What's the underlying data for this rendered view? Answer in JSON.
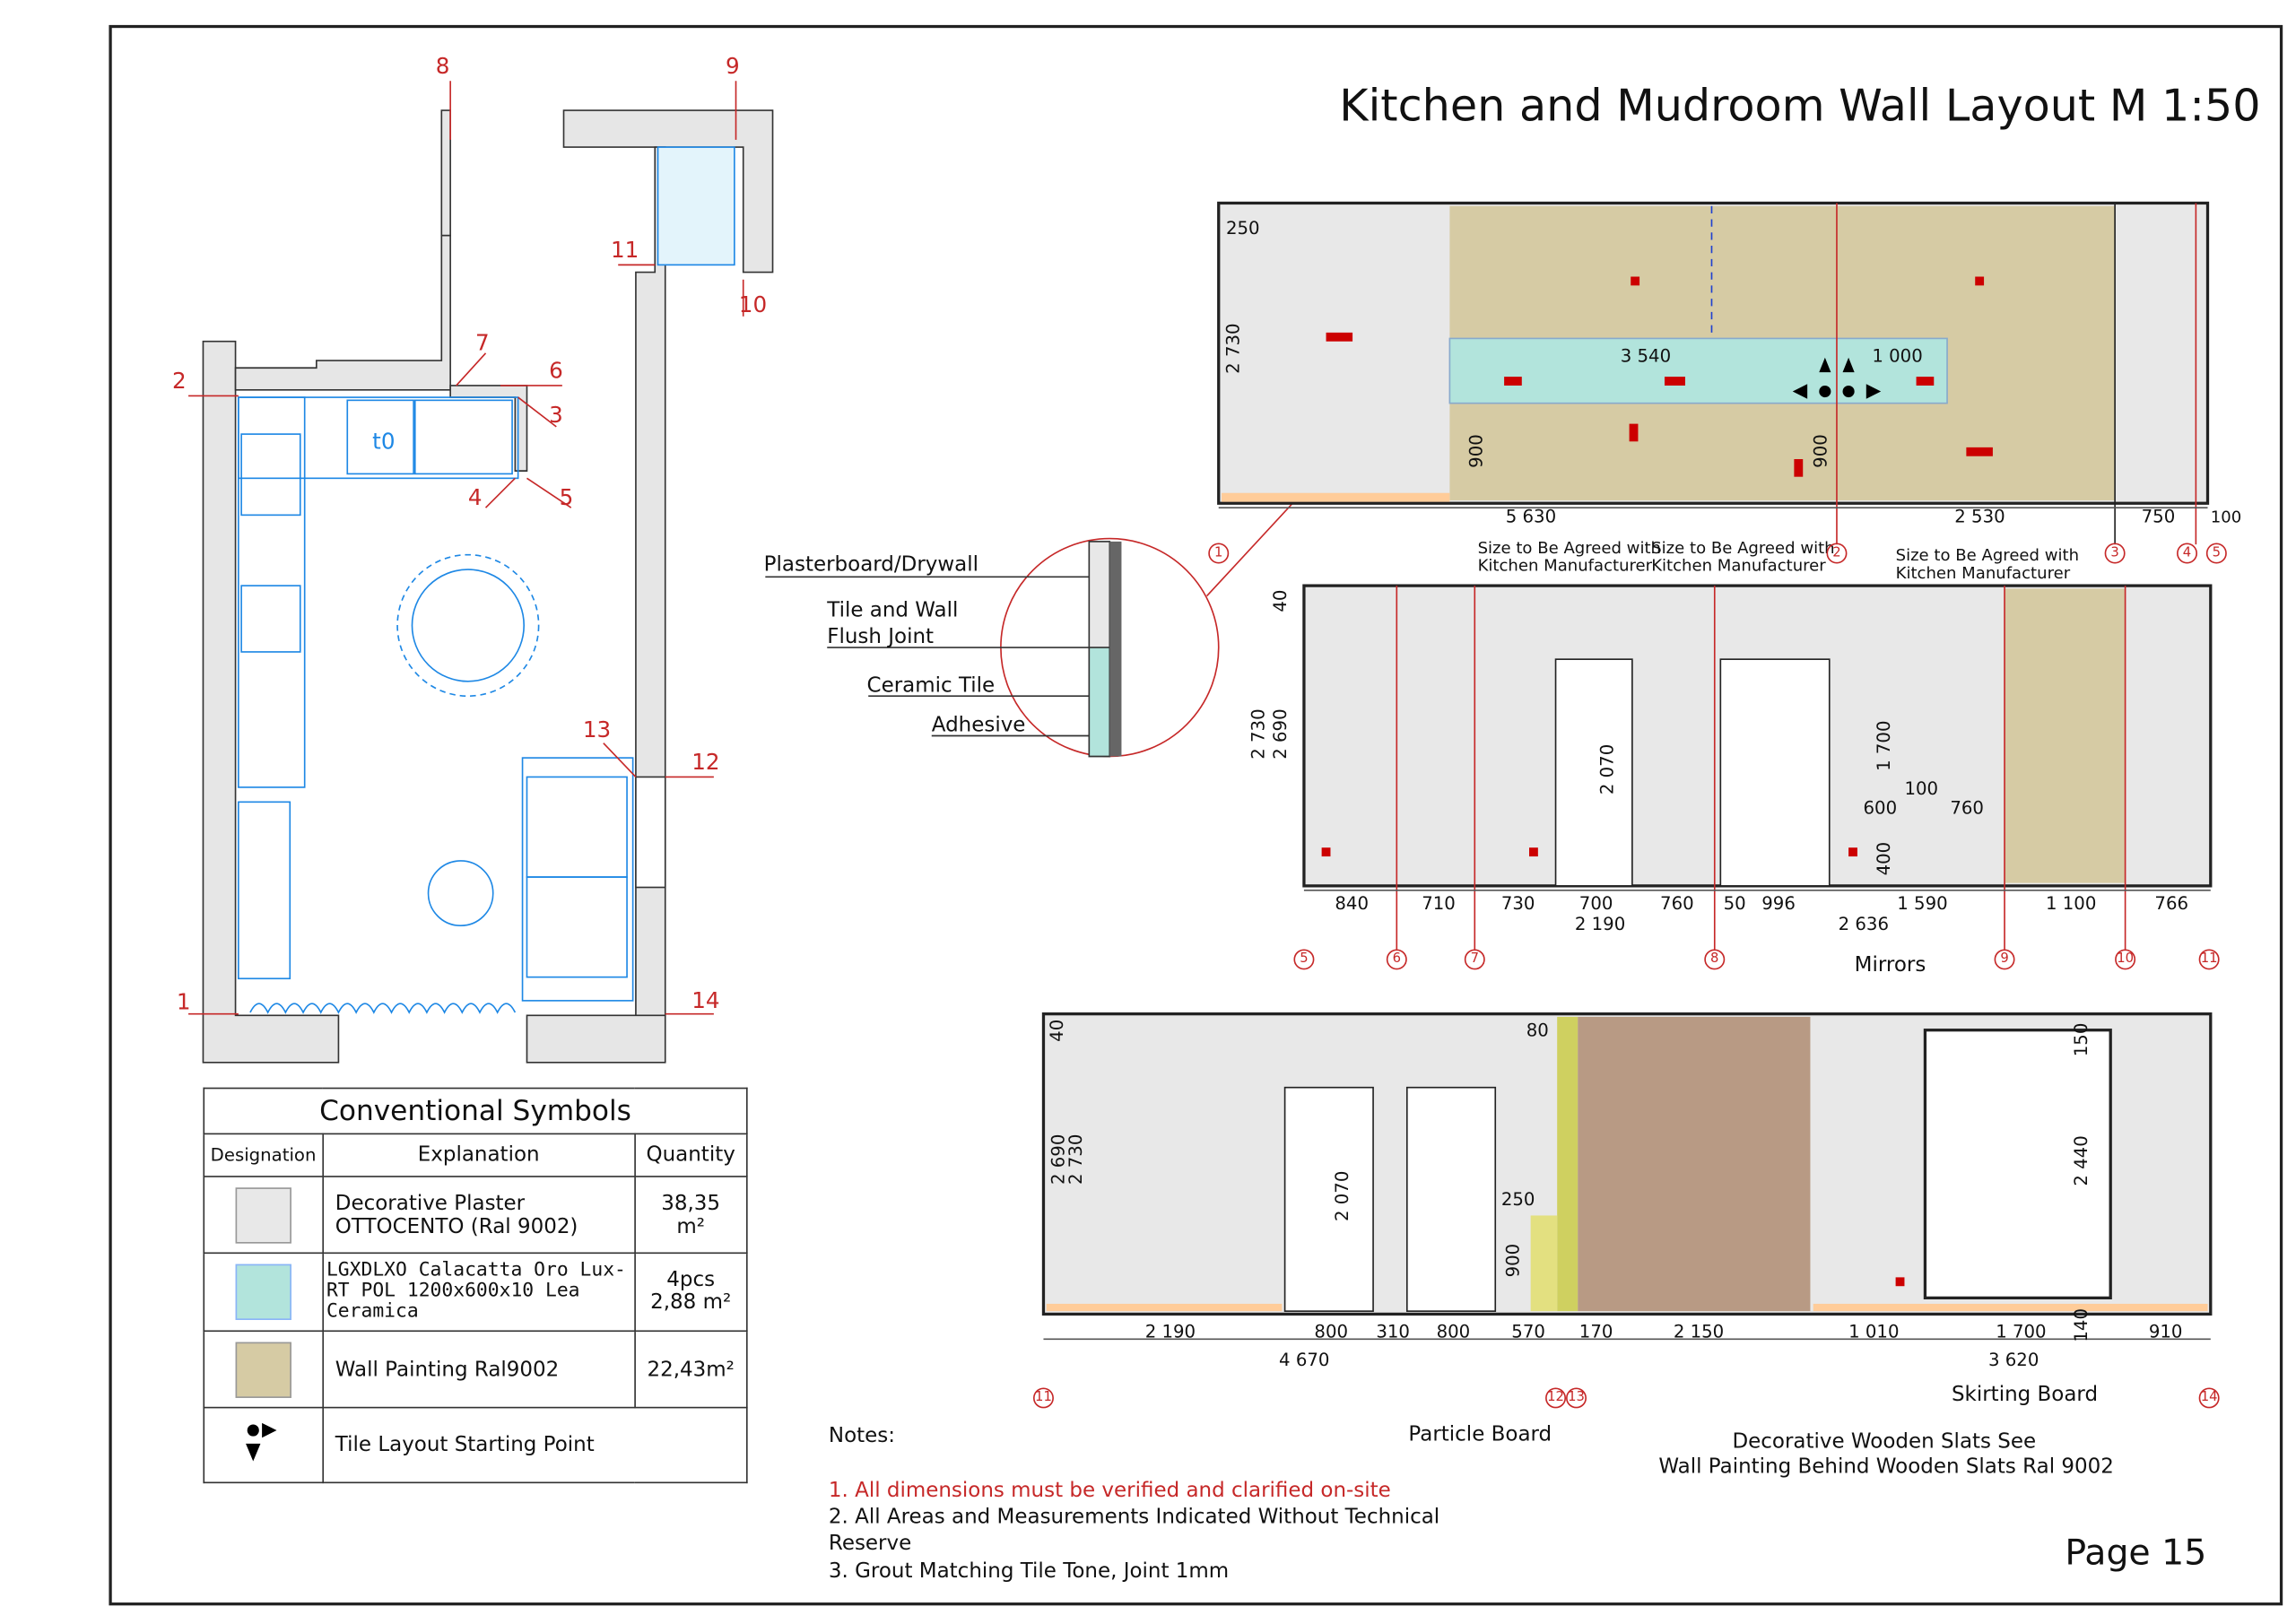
{
  "title": "Kitchen and Mudroom Wall Layout M 1:50",
  "page": "Page 15",
  "plan": {
    "marks": [
      "1",
      "2",
      "3",
      "4",
      "5",
      "6",
      "7",
      "8",
      "9",
      "10",
      "11",
      "12",
      "13",
      "14"
    ],
    "oven_label": "t0"
  },
  "callout": {
    "plasterboard": "Plasterboard/Drywall",
    "tile_joint_1": "Tile and Wall",
    "tile_joint_2": "Flush Joint",
    "ceramic": "Ceramic Tile",
    "adhesive": "Adhesive"
  },
  "elev1": {
    "d250": "250",
    "h2730": "2 730",
    "d3540": "3 540",
    "d1000": "1 000",
    "h900a": "900",
    "h900b": "900",
    "d5630": "5 630",
    "d2530": "2 530",
    "d750": "750",
    "d100": "100",
    "note": "Size to Be Agreed with",
    "note2": "Kitchen Manufacturer",
    "axes": [
      "1",
      "2",
      "3",
      "4",
      "5"
    ]
  },
  "elev2": {
    "d40": "40",
    "h2730": "2 730",
    "h2690": "2 690",
    "h2070": "2 070",
    "h1700": "1 700",
    "d100": "100",
    "d600": "600",
    "d760b": "760",
    "h400": "400",
    "bottom": [
      "840",
      "710",
      "730",
      "700",
      "760",
      "50",
      "996",
      "1 590",
      "1 100",
      "766"
    ],
    "d2190": "2 190",
    "d2636": "2 636",
    "axes": [
      "5",
      "6",
      "7",
      "8",
      "9",
      "10",
      "11"
    ],
    "mirrors": "Mirrors"
  },
  "elev3": {
    "d40": "40",
    "h2690": "2 690",
    "h2730": "2 730",
    "d80": "80",
    "h2070": "2 070",
    "d250": "250",
    "h900": "900",
    "h150": "150",
    "h2440": "2 440",
    "h140": "140",
    "bottom": [
      "2 190",
      "800",
      "310",
      "800",
      "570",
      "170",
      "2 150",
      "1 010",
      "1 700",
      "910"
    ],
    "d4670": "4 670",
    "d3620": "3 620",
    "axes": [
      "11",
      "12",
      "13",
      "14"
    ],
    "skirting": "Skirting Board",
    "particle": "Particle Board",
    "slats1": "Decorative Wooden Slats See",
    "slats2": "Wall Painting Behind Wooden Slats Ral 9002"
  },
  "legend": {
    "title": "Conventional Symbols",
    "headers": [
      "Designation",
      "Explanation",
      "Quantity"
    ],
    "rows": [
      {
        "color": "#e8e8e8",
        "text1": "Decorative Plaster",
        "text2": "OTTOCENTO (Ral 9002)",
        "qty": "38,35 m²"
      },
      {
        "color": "#b2e4dc",
        "text1": "LGXDLXO Calacatta Oro Lux-",
        "text2": "RT POL 1200x600x10 Lea",
        "text3": "Ceramica",
        "qty1": "4pcs",
        "qty": "2,88 m²"
      },
      {
        "color": "#d6cba4",
        "text1": "Wall Painting Ral9002",
        "qty": "22,43m²"
      },
      {
        "icon": "tile-start-icon",
        "text1": "Tile Layout Starting Point"
      }
    ]
  },
  "notes": {
    "title": "Notes:",
    "n1": "1. All dimensions must be verified and clarified on-site",
    "n2": "2. All Areas and Measurements Indicated Without Technical",
    "n2b": "Reserve",
    "n3": "3. Grout Matching Tile Tone, Joint 1mm"
  },
  "colors": {
    "plaster": "#e8e8e8",
    "tile": "#b2e4dc",
    "paint": "#d6cba4",
    "red": "#c62828",
    "blue": "#1e88e5"
  }
}
